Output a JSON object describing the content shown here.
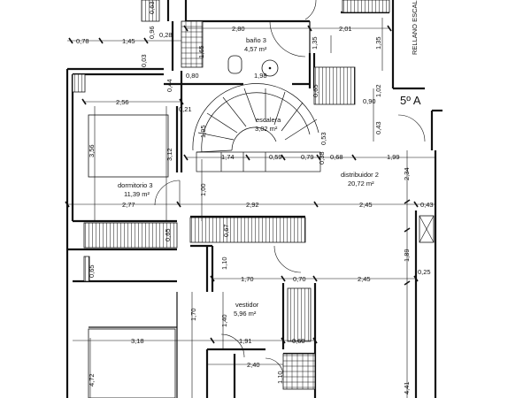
{
  "rooms": {
    "bano3_name": "baño 3",
    "bano3_area": "4,57 m²",
    "escalera_name": "escalera",
    "escalera_area": "3,02 m²",
    "dormitorio3_name": "dormitorio 3",
    "dormitorio3_area": "11,39 m²",
    "distribuidor2_name": "distribuidor 2",
    "distribuidor2_area": "20,72 m²",
    "vestidor_name": "vestidor",
    "vestidor_area": "5,96 m²"
  },
  "labels": {
    "floor_tag": "5º A",
    "rellano": "RELLANO ESCALERA"
  },
  "dims": {
    "d078": "0,78",
    "d145": "1,45",
    "d096": "0,96",
    "d063": "0,63",
    "d028": "0,28",
    "d003": "0,03",
    "d165": "1,65",
    "d280": "2,80",
    "d201": "2,01",
    "d135a": "1,35",
    "d135b": "1,35",
    "d044": "0,44",
    "d080": "0,80",
    "d198": "1,98",
    "d065a": "0,65",
    "d102": "1,02",
    "d090": "0,90",
    "d256": "2,56",
    "d021": "0,21",
    "d043a": "0,43",
    "d195": "1,95",
    "d053": "0,53",
    "d356": "3,56",
    "d312": "3,12",
    "d174": "1,74",
    "d059": "0,59",
    "d079": "0,79",
    "d038": "0,38",
    "d068": "0,68",
    "d199": "1,99",
    "d234": "2,34",
    "d100": "1,00",
    "d277": "2,77",
    "d292": "2,92",
    "d245a": "2,45",
    "d043b": "0,43",
    "d065b": "0,65",
    "d067": "0,67",
    "d065c": "0,65",
    "d110a": "1,10",
    "d189": "1,89",
    "d025": "0,25",
    "d170a": "1,70",
    "d070": "0,70",
    "d245b": "2,45",
    "d170b": "1,70",
    "d140": "1,40",
    "d318": "3,18",
    "d191": "1,91",
    "d060": "0,60",
    "d472": "4,72",
    "d240": "2,40",
    "d110b": "1,10",
    "d441": "4,41"
  }
}
